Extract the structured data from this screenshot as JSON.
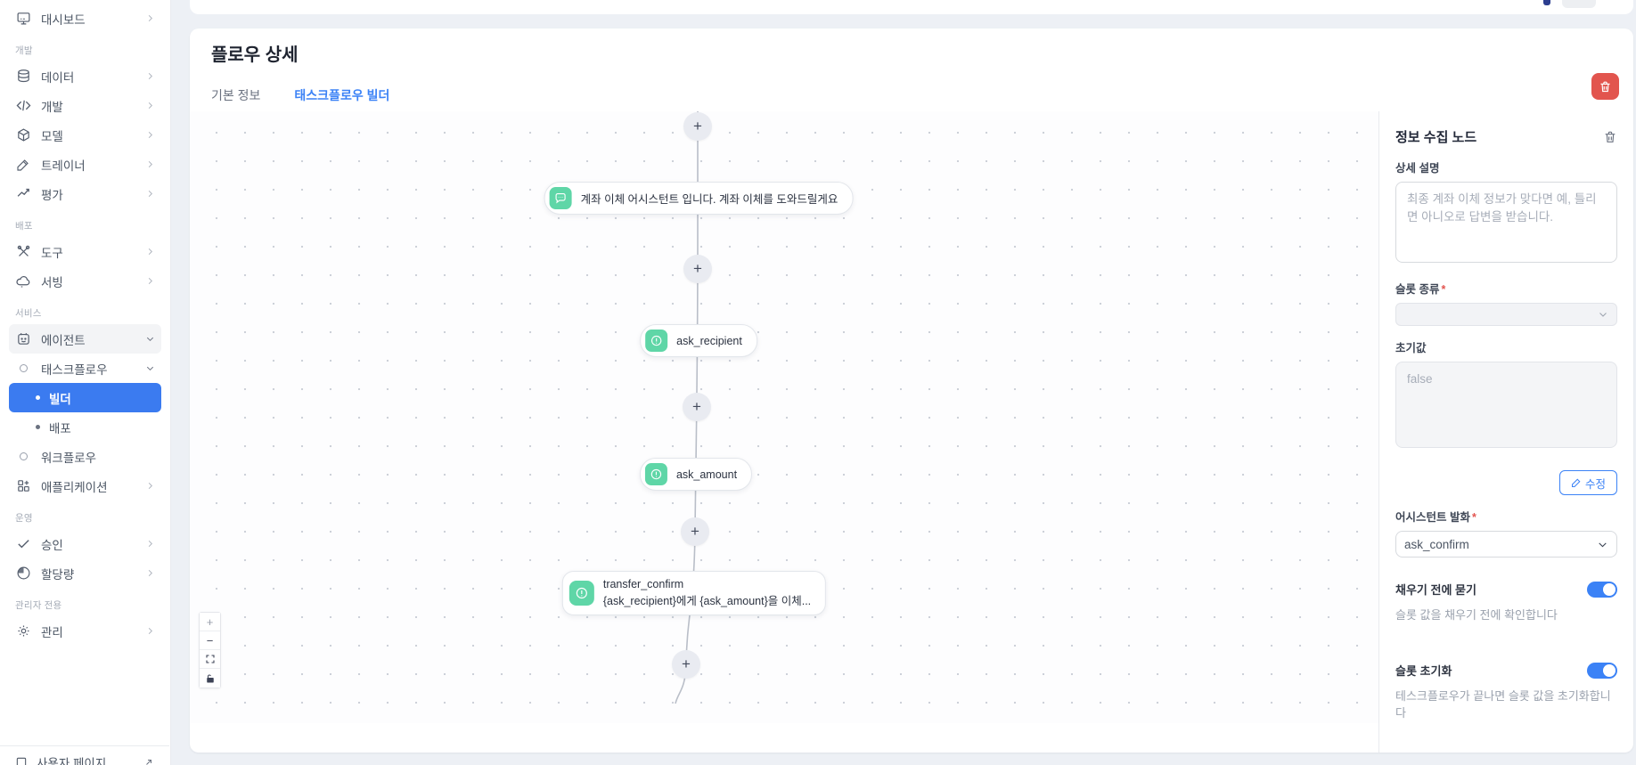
{
  "page": {
    "title": "플로우 상세"
  },
  "tabs": [
    {
      "label": "기본 정보",
      "active": false
    },
    {
      "label": "태스크플로우 빌더",
      "active": true
    }
  ],
  "sidebar": {
    "rows": [
      {
        "type": "item",
        "icon": "monitor-icon",
        "label": "대시보드",
        "chevron": "right"
      },
      {
        "type": "section",
        "label": "개발"
      },
      {
        "type": "item",
        "icon": "database-icon",
        "label": "데이터",
        "chevron": "right"
      },
      {
        "type": "item",
        "icon": "code-icon",
        "label": "개발",
        "chevron": "right"
      },
      {
        "type": "item",
        "icon": "box-icon",
        "label": "모델",
        "chevron": "right"
      },
      {
        "type": "item",
        "icon": "pencil-icon",
        "label": "트레이너",
        "chevron": "right"
      },
      {
        "type": "item",
        "icon": "chart-icon",
        "label": "평가",
        "chevron": "right"
      },
      {
        "type": "section",
        "label": "배포"
      },
      {
        "type": "item",
        "icon": "tools-icon",
        "label": "도구",
        "chevron": "right"
      },
      {
        "type": "item",
        "icon": "cloud-icon",
        "label": "서빙",
        "chevron": "right"
      },
      {
        "type": "section",
        "label": "서비스"
      },
      {
        "type": "item",
        "icon": "agent-icon",
        "label": "에이전트",
        "chevron": "down"
      },
      {
        "type": "item",
        "icon": "ring-icon",
        "label": "태스크플로우",
        "chevron": "down"
      },
      {
        "type": "subitem",
        "label": "빌더",
        "active": true
      },
      {
        "type": "subitem",
        "label": "배포",
        "active": false
      },
      {
        "type": "item",
        "icon": "ring-icon",
        "label": "워크플로우"
      },
      {
        "type": "item",
        "icon": "grid-plus-icon",
        "label": "애플리케이션",
        "chevron": "right"
      },
      {
        "type": "section",
        "label": "운영"
      },
      {
        "type": "item",
        "icon": "check-icon",
        "label": "승인",
        "chevron": "right"
      },
      {
        "type": "item",
        "icon": "quota-icon",
        "label": "할당량",
        "chevron": "right"
      },
      {
        "type": "section",
        "label": "관리자 전용"
      },
      {
        "type": "item",
        "icon": "gear-icon",
        "label": "관리",
        "chevron": "right"
      }
    ],
    "footer": {
      "label": "사용자 페이지"
    }
  },
  "canvas": {
    "nodes": [
      {
        "id": "greeting",
        "type": "message",
        "text": "계좌 이체 어시스턴트 입니다. 계좌 이체를 도와드릴게요"
      },
      {
        "id": "ask_recipient",
        "type": "slot",
        "label": "ask_recipient"
      },
      {
        "id": "ask_amount",
        "type": "slot",
        "label": "ask_amount"
      },
      {
        "id": "transfer_confirm",
        "type": "slot",
        "title": "transfer_confirm",
        "subtitle": "{ask_recipient}에게 {ask_amount}을 이체..."
      }
    ],
    "controls": [
      "zoom-in",
      "zoom-out",
      "fit-view",
      "lock"
    ]
  },
  "panel": {
    "title": "정보 수집 노드",
    "description": {
      "label": "상세 설명",
      "placeholder": "최종 계좌 이체 정보가 맞다면 예, 틀리면 아니오로 답변을 받습니다."
    },
    "slot_type": {
      "label": "슬롯 종류",
      "required": true,
      "value": ""
    },
    "initial_value": {
      "label": "초기값",
      "placeholder": "false"
    },
    "edit_button": "수정",
    "assistant_utterance": {
      "label": "어시스턴트 발화",
      "required": true,
      "value": "ask_confirm"
    },
    "ask_before_fill": {
      "label": "채우기 전에 묻기",
      "description": "슬롯 값을 채우기 전에 확인합니다",
      "enabled": true
    },
    "slot_reset": {
      "label": "슬롯 초기화",
      "description": "테스크플로우가 끝나면 슬롯 값을 초기화합니다",
      "enabled": true
    }
  },
  "colors": {
    "accent": "#3b82f6",
    "active_item": "#3b7bf0",
    "node_green": "#5fd6a7",
    "danger": "#e2554e"
  }
}
